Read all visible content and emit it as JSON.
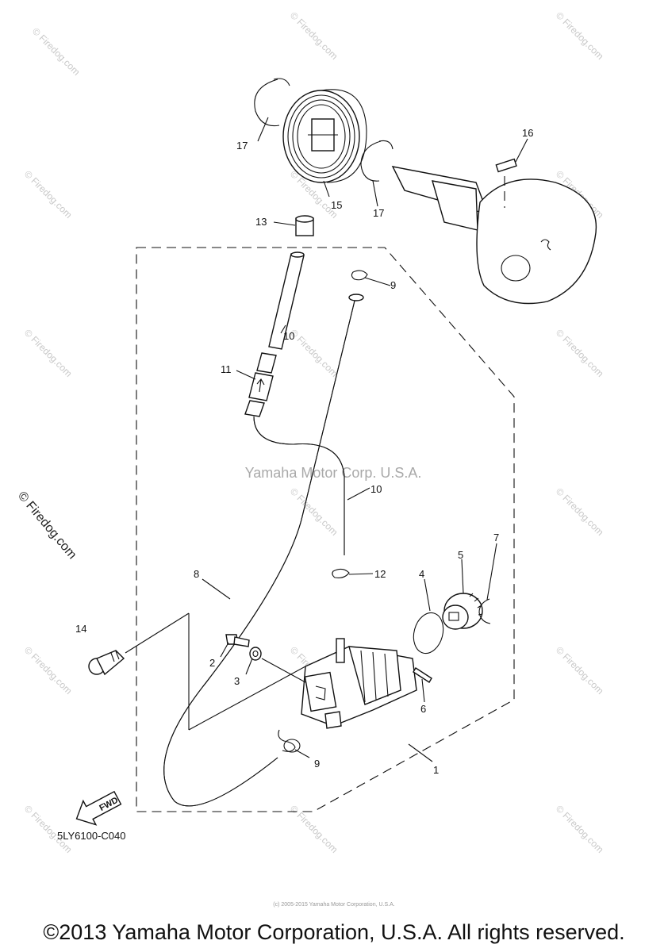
{
  "diagram": {
    "callouts": {
      "c1": "1",
      "c2": "2",
      "c3": "3",
      "c4": "4",
      "c5": "5",
      "c6": "6",
      "c7": "7",
      "c8": "8",
      "c9a": "9",
      "c9b": "9",
      "c10a": "10",
      "c10b": "10",
      "c11": "11",
      "c12": "12",
      "c13": "13",
      "c14": "14",
      "c15": "15",
      "c16": "16",
      "c17a": "17",
      "c17b": "17"
    },
    "diagram_code": "5LY6100-C040",
    "fwd_label": "FWD",
    "center_watermark": "Yamaha Motor Corp. U.S.A.",
    "watermark_text": "© Firedog.com",
    "colors": {
      "line": "#111111",
      "watermark": "#c9c9c9"
    }
  },
  "footer": {
    "copyright": "©2013 Yamaha Motor Corporation, U.S.A. All rights reserved.",
    "small_credit": "(c) 2005-2015 Yamaha Motor Corporation, U.S.A."
  }
}
